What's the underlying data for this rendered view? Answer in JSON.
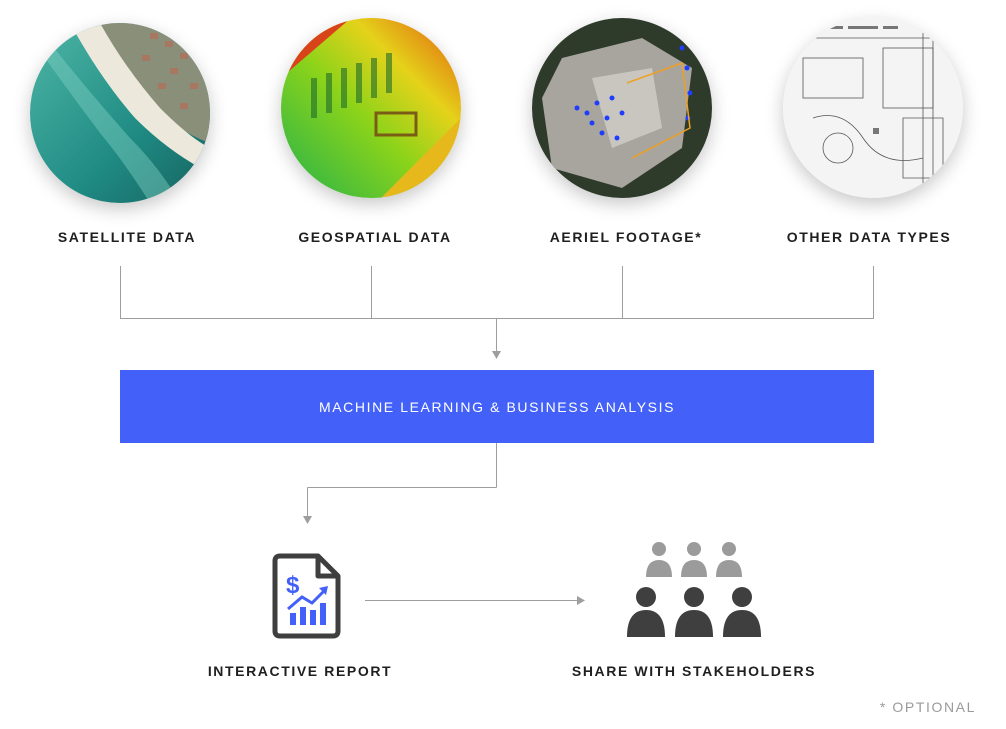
{
  "sources": [
    {
      "label": "SATELLITE DATA"
    },
    {
      "label": "GEOSPATIAL DATA"
    },
    {
      "label": "AERIEL FOOTAGE*"
    },
    {
      "label": "OTHER DATA TYPES"
    }
  ],
  "process": {
    "label": "MACHINE LEARNING & BUSINESS ANALYSIS"
  },
  "outputs": {
    "report": {
      "label": "INTERACTIVE REPORT",
      "icon": "dollar-chart-document-icon"
    },
    "share": {
      "label": "SHARE WITH STAKEHOLDERS",
      "icon": "group-people-icon"
    }
  },
  "footnote": "* OPTIONAL",
  "colors": {
    "accent": "#4361f8",
    "connector": "#9e9e9e",
    "icon_dark": "#3f3f3f",
    "icon_light": "#9b9b9b"
  }
}
